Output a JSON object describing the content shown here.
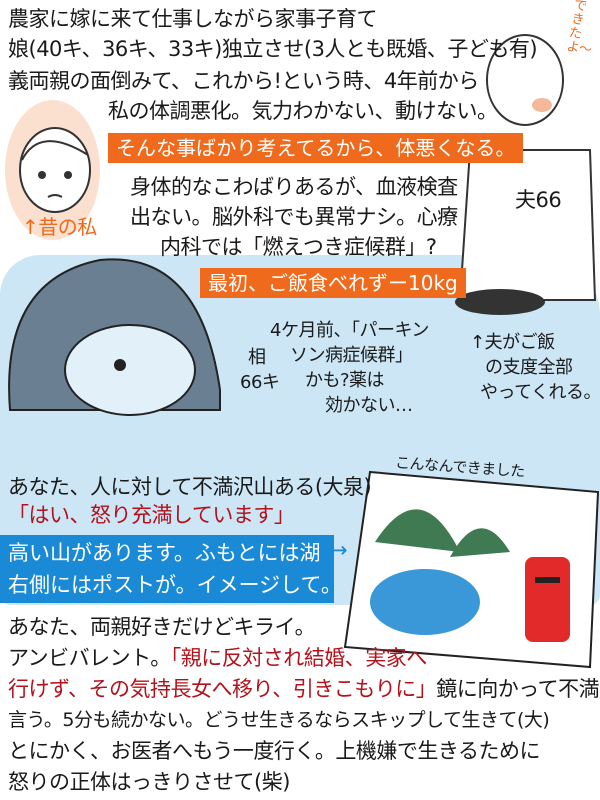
{
  "intro_lines": [
    "農家に嫁に来て仕事しながら家事子育て",
    "娘(40キ、36キ、33キ)独立させ(3人とも既婚、子ども有)",
    "義両親の面倒みて、これから!という時、4年前から",
    "私の体調悪化。気力わかない、動けない。"
  ],
  "orange_bubble_1": "そんな事ばかり考えてるから、体悪くなる。",
  "past_me_label": "↑昔の私",
  "symptoms_lines": [
    "身体的なこわばりあるが、血液検査",
    "出ない。脳外科でも異常ナシ。心療",
    "内科では「燃えつき症候群」?"
  ],
  "orange_bubble_2": "最初、ご飯食べれずー10kg",
  "husband_exclaim": "できたよ〜",
  "husband_label": "夫66",
  "husband_note": [
    "↑夫がご飯",
    "の支度全部",
    "やってくれる。"
  ],
  "consultant_label": [
    "相",
    "66キ"
  ],
  "parkinson_lines": [
    "4ケ月前、「パーキン",
    "ソン病症候群」",
    "かも?薬は",
    "効かない…"
  ],
  "drawing_caption": "こんなんできました",
  "answer1": "あなた、人に対して不満沢山ある(大泉)",
  "reply1": "「はい、怒り充満しています」",
  "blue_box": [
    "高い山があります。ふもとには湖",
    "右側にはポストが。イメージして。"
  ],
  "arrow": "→",
  "bottom_lines": [
    {
      "black": "あなた、両親好きだけどキライ。",
      "red": ""
    },
    {
      "black": "アンビバレント。",
      "red": "「親に反対され結婚、実家へ"
    },
    {
      "red": "行けず、その気持長女へ移り、引きこもりに」",
      "black": "鏡に向かって不満"
    },
    {
      "black": "言う。5分も続かない。どうせ生きるならスキップして生きて(大)",
      "red": ""
    },
    {
      "black": "とにかく、お医者へもう一度行く。上機嫌で生きるために",
      "red": ""
    },
    {
      "black": "怒りの正体はっきりさせて(柴)",
      "red": ""
    }
  ],
  "colors": {
    "orange": "#ef6a1c",
    "blue": "#1a8ad6",
    "red": "#b3121b",
    "wash": "#bfe0f4"
  }
}
